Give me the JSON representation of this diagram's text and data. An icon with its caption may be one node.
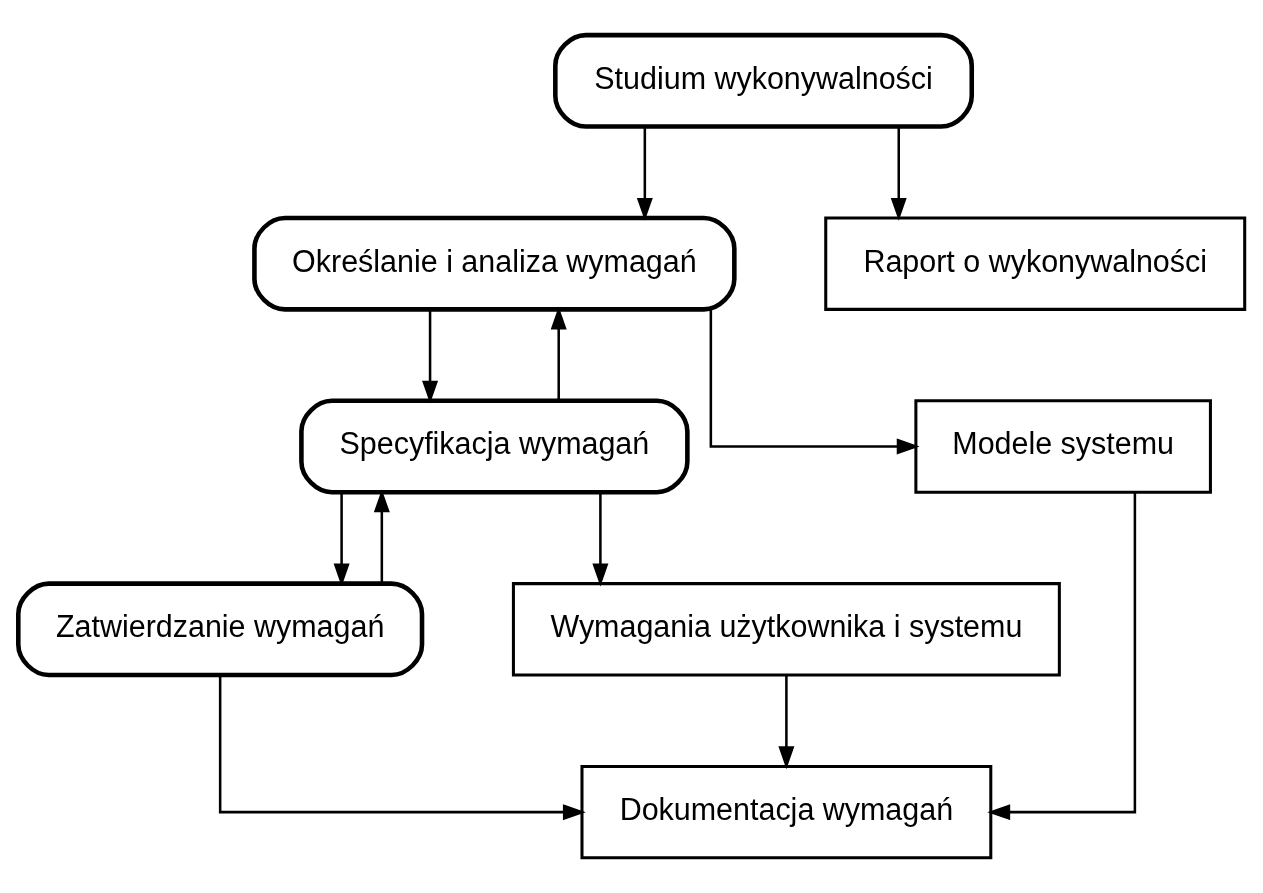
{
  "diagram": {
    "nodes": [
      {
        "text": [
          "Studium wykonywalności"
        ]
      },
      {
        "text": [
          "Określanie i analiza wymagań"
        ]
      },
      {
        "text": [
          "Specyfikacja wymagań"
        ]
      },
      {
        "text": [
          "Zatwierdzanie wymagań"
        ]
      },
      {
        "text": [
          "Raport o wykonywalności"
        ]
      },
      {
        "text": [
          "Modele systemu"
        ]
      },
      {
        "text": [
          "Wymagania użytkownika i systemu"
        ]
      },
      {
        "text": [
          "Dokumentacja wymagań"
        ]
      }
    ],
    "edges": [
      {
        "from": 0,
        "to": 1,
        "arrow": "to"
      },
      {
        "from": 0,
        "to": 4,
        "arrow": "to"
      },
      {
        "from": 1,
        "to": 2,
        "arrow": "to"
      },
      {
        "from": 2,
        "to": 1,
        "arrow": "to"
      },
      {
        "from": 1,
        "to": 5,
        "arrow": "to"
      },
      {
        "from": 2,
        "to": 3,
        "arrow": "to"
      },
      {
        "from": 3,
        "to": 2,
        "arrow": "to"
      },
      {
        "from": 2,
        "to": 6,
        "arrow": "to"
      },
      {
        "from": 3,
        "to": 7,
        "arrow": "to"
      },
      {
        "from": 6,
        "to": 7,
        "arrow": "to"
      },
      {
        "from": 5,
        "to": 7,
        "arrow": "to"
      }
    ]
  }
}
